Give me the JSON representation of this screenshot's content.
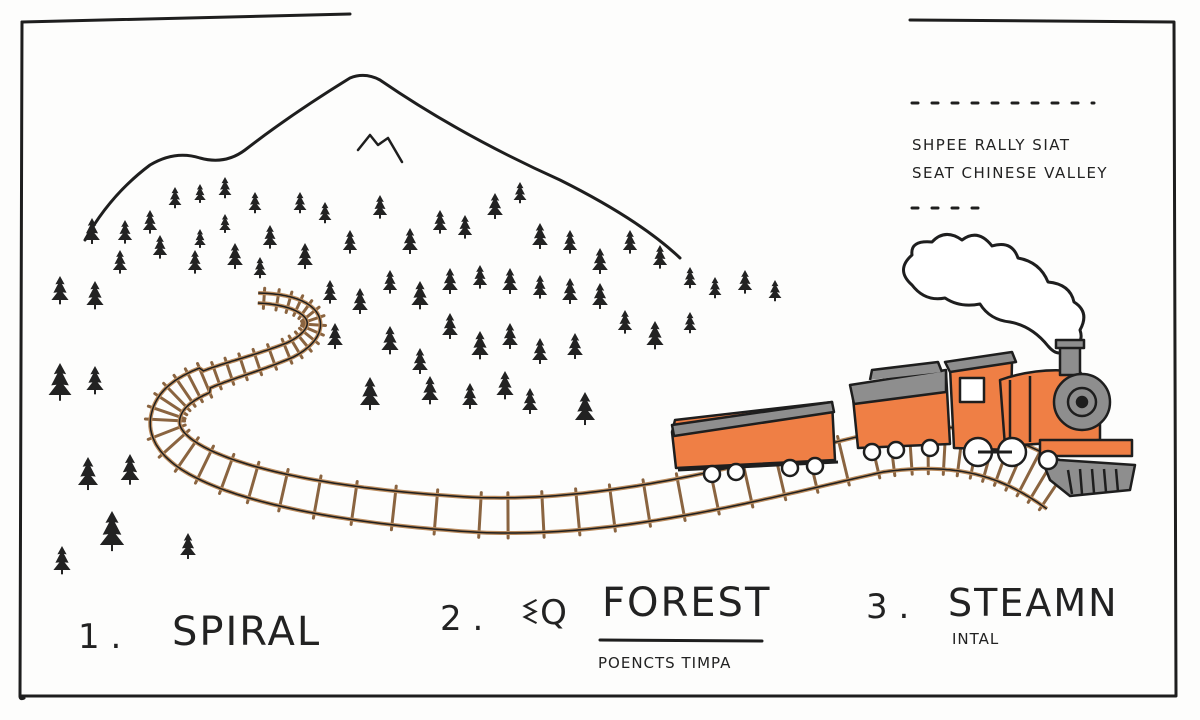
{
  "colors": {
    "ink": "#1e1e1e",
    "paper": "#fdfdfc",
    "train_orange": "#ef7f45",
    "train_gray": "#8e8e8e",
    "rail_brown": "#b98a5c"
  },
  "note": {
    "line1": "SHPEE RALLY SIAT",
    "line2": "SEAT CHINESE VALLEY"
  },
  "labels": {
    "item1": {
      "number": "1 .",
      "title": "SPIRAL"
    },
    "item2": {
      "number": "2 .",
      "prefix": "ꗨQ",
      "title": "FOREST",
      "subtitle": "POENCTS TIMPA"
    },
    "item3": {
      "number": "3 .",
      "title": "STEAMN",
      "subtitle": "INTAL"
    }
  },
  "illustration": {
    "mountain": "mountain-outline",
    "trees": "pine-tree-icon",
    "track": "spiral-railway-track",
    "train": "steam-locomotive-icon"
  }
}
